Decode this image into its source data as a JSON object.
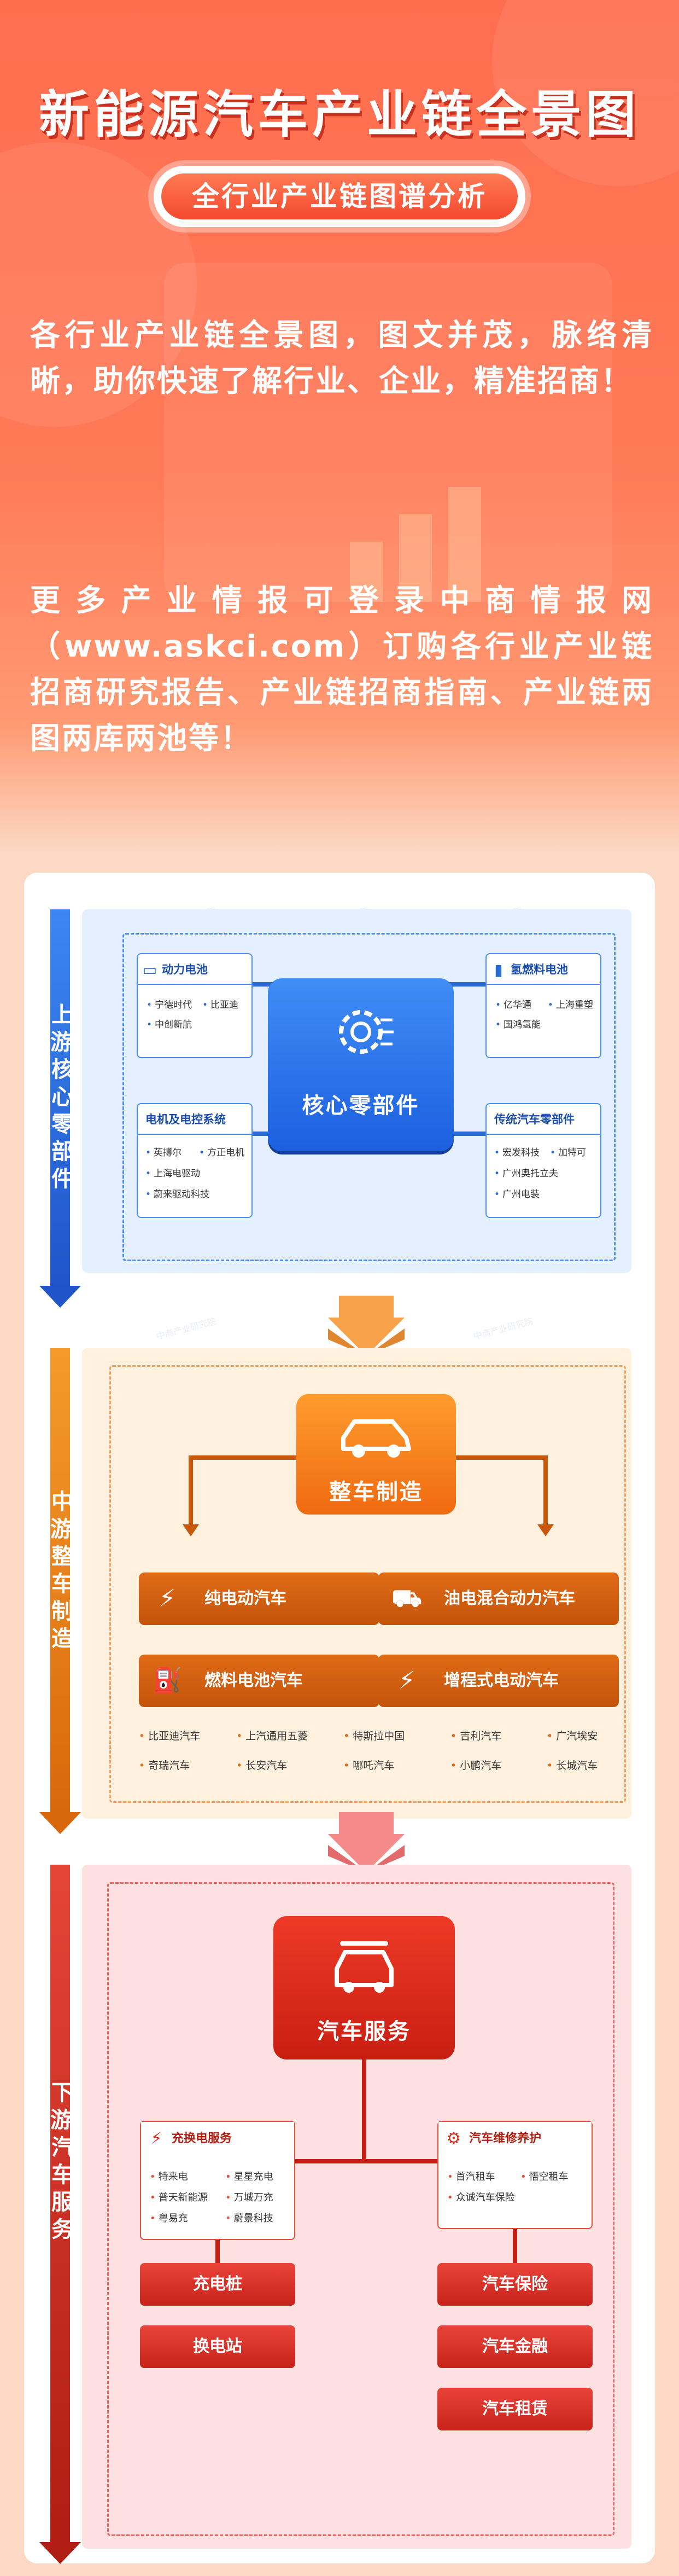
{
  "header": {
    "title": "新能源汽车产业链全景图",
    "subtitle": "全行业产业链图谱分析",
    "intro_1": "各行业产业链全景图，图文并茂，脉络清晰，助你快速了解行业、企业，精准招商！",
    "intro_2": "更多产业情报可登录中商情报网（www.askci.com）订购各行业产业链招商研究报告、产业链招商指南、产业链两图两库两池等！"
  },
  "watermark": "中商产业研究院",
  "upstream": {
    "label": "上游：核心零部件",
    "core": "核心零部件",
    "power_battery": {
      "title": "动力电池",
      "items": [
        "宁德时代",
        "比亚迪",
        "中创新航"
      ]
    },
    "fuel_cell": {
      "title": "氢燃料电池",
      "items": [
        "亿华通",
        "上海重塑",
        "国鸿氢能"
      ]
    },
    "motor": {
      "title": "电机及电控系统",
      "items": [
        "英搏尔",
        "方正电机",
        "上海电驱动",
        "蔚来驱动科技"
      ]
    },
    "traditional": {
      "title": "传统汽车零部件",
      "items": [
        "宏发科技",
        "加特可",
        "广州奥托立夫",
        "广州电装"
      ]
    }
  },
  "midstream": {
    "label": "中游：整车制造",
    "core": "整车制造",
    "categories": [
      "纯电动汽车",
      "油电混合动力汽车",
      "燃料电池汽车",
      "增程式电动汽车"
    ],
    "companies": [
      "比亚迪汽车",
      "上汽通用五菱",
      "特斯拉中国",
      "吉利汽车",
      "广汽埃安",
      "奇瑞汽车",
      "长安汽车",
      "哪吒汽车",
      "小鹏汽车",
      "长城汽车"
    ]
  },
  "downstream": {
    "label": "下游：汽车服务",
    "core": "汽车服务",
    "charging": {
      "title": "充换电服务",
      "items": [
        "特来电",
        "星星充电",
        "普天新能源",
        "万城万充",
        "粤易充",
        "蔚景科技"
      ]
    },
    "maintenance": {
      "title": "汽车维修养护",
      "items": [
        "首汽租车",
        "悟空租车",
        "众诚汽车保险"
      ]
    },
    "left_buttons": [
      "充电桩",
      "换电站"
    ],
    "right_buttons": [
      "汽车保险",
      "汽车金融",
      "汽车租赁"
    ]
  },
  "colors": {
    "upstream": "#2a6ad6",
    "midstream": "#e06b17",
    "downstream": "#c81e12",
    "header": "#ff6d4f"
  }
}
